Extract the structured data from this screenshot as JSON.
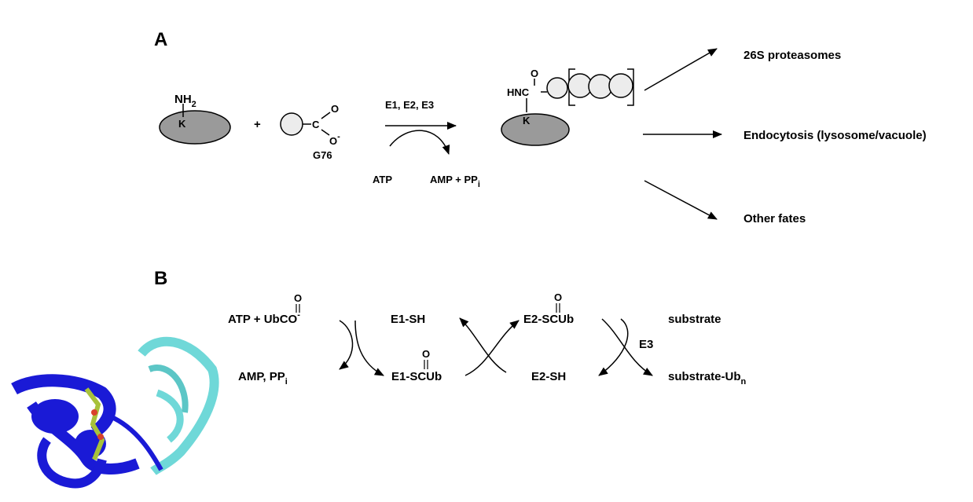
{
  "panel_a": {
    "label": "A",
    "substrate_amine": "NH",
    "substrate_amine_sub": "2",
    "lysine": "K",
    "plus": "+",
    "carbonyl_o": "O",
    "carboxyl_c": "C",
    "carboxyl_o": "O",
    "carboxyl_charge": "-",
    "glycine": "G76",
    "enzymes": "E1, E2, E3",
    "atp": "ATP",
    "amp_pp": "AMP + PP",
    "amp_pp_sub": "i",
    "product_o": "O",
    "product_linkage": "HNC",
    "product_lysine": "K",
    "fates": [
      "26S proteasomes",
      "Endocytosis (lysosome/vacuole)",
      "Other fates"
    ]
  },
  "panel_b": {
    "label": "B",
    "atp_ub_o": "O",
    "atp_ub": "ATP + UbCO",
    "atp_ub_charge": "-",
    "amp_pp": "AMP, PP",
    "amp_pp_sub": "i",
    "e1_sh": "E1-SH",
    "e1_scub_o": "O",
    "e1_scub": "E1-SCUb",
    "e2_scub_o": "O",
    "e2_scub": "E2-SCUb",
    "e2_sh": "E2-SH",
    "e3": "E3",
    "substrate": "substrate",
    "substrate_ub": "substrate-Ub",
    "substrate_ub_sub": "n"
  },
  "colors": {
    "substrate_fill": "#9a9a9a",
    "ubiquitin_fill": "#ececec",
    "e1_structure": "#1a1ad6",
    "e2_structure": "#6fd8d8",
    "ligand": "#a8c23a"
  },
  "structure_icon": "protein-ribbon-structure"
}
